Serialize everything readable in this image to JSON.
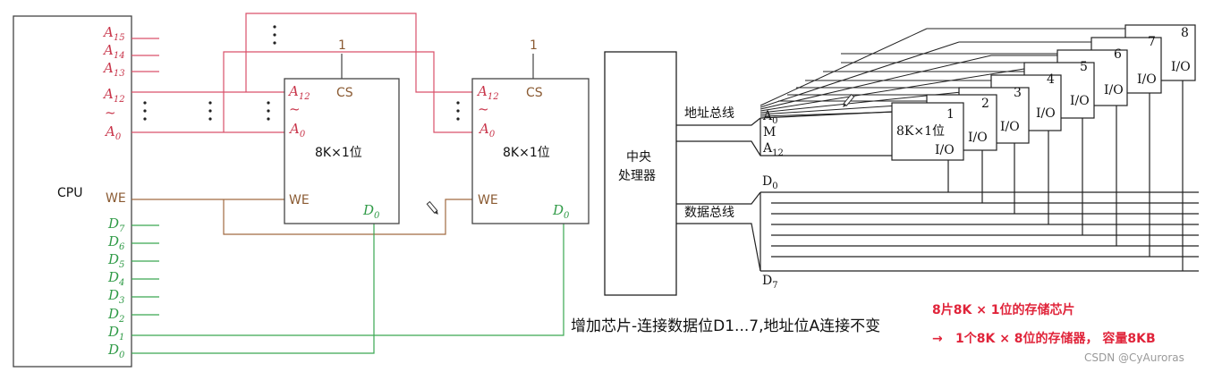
{
  "left_diagram": {
    "cpu_label": "CPU",
    "cpu_address_pins": [
      {
        "base": "A",
        "sub": "15"
      },
      {
        "base": "A",
        "sub": "14"
      },
      {
        "base": "A",
        "sub": "13"
      },
      {
        "base": "A",
        "sub": "12"
      },
      {
        "base": "~",
        "sub": ""
      },
      {
        "base": "A",
        "sub": "0"
      }
    ],
    "cpu_we_label": "WE",
    "cpu_data_pins": [
      {
        "base": "D",
        "sub": "7"
      },
      {
        "base": "D",
        "sub": "6"
      },
      {
        "base": "D",
        "sub": "5"
      },
      {
        "base": "D",
        "sub": "4"
      },
      {
        "base": "D",
        "sub": "3"
      },
      {
        "base": "D",
        "sub": "2"
      },
      {
        "base": "D",
        "sub": "1"
      },
      {
        "base": "D",
        "sub": "0"
      }
    ],
    "chip_label": "8K×1位",
    "chip_cs": "CS",
    "chip_cs_value": "1",
    "chip_we": "WE",
    "chip_a12": {
      "base": "A",
      "sub": "12"
    },
    "chip_tilde": "~",
    "chip_a0": {
      "base": "A",
      "sub": "0"
    },
    "chip_d0": {
      "base": "D",
      "sub": "0"
    }
  },
  "right_diagram": {
    "cpu_label_line1": "中央",
    "cpu_label_line2": "处理器",
    "address_bus": "地址总线",
    "data_bus": "数据总线",
    "addr_a0": {
      "base": "A",
      "sub": "0"
    },
    "addr_m": "M",
    "addr_a12": {
      "base": "A",
      "sub": "12"
    },
    "data_d0": {
      "base": "D",
      "sub": "0"
    },
    "data_d7": {
      "base": "D",
      "sub": "7"
    },
    "chip1_label": "8K×1位",
    "chip_io": "I/O",
    "chip_numbers": [
      "1",
      "2",
      "3",
      "4",
      "5",
      "6",
      "7",
      "8"
    ]
  },
  "caption": "增加芯片-连接数据位D1...7,地址位A连接不变",
  "notes": {
    "line1": "8片8K × 1位的存储芯片",
    "line2": "1个8K × 8位的存储器， 容量8KB",
    "arrow": "→"
  },
  "watermark": "CSDN @CyAuroras",
  "colors": {
    "address": "#d9506a",
    "data": "#3aa852",
    "we": "#a06a40",
    "line": "#111111",
    "note": "#e0243a"
  }
}
